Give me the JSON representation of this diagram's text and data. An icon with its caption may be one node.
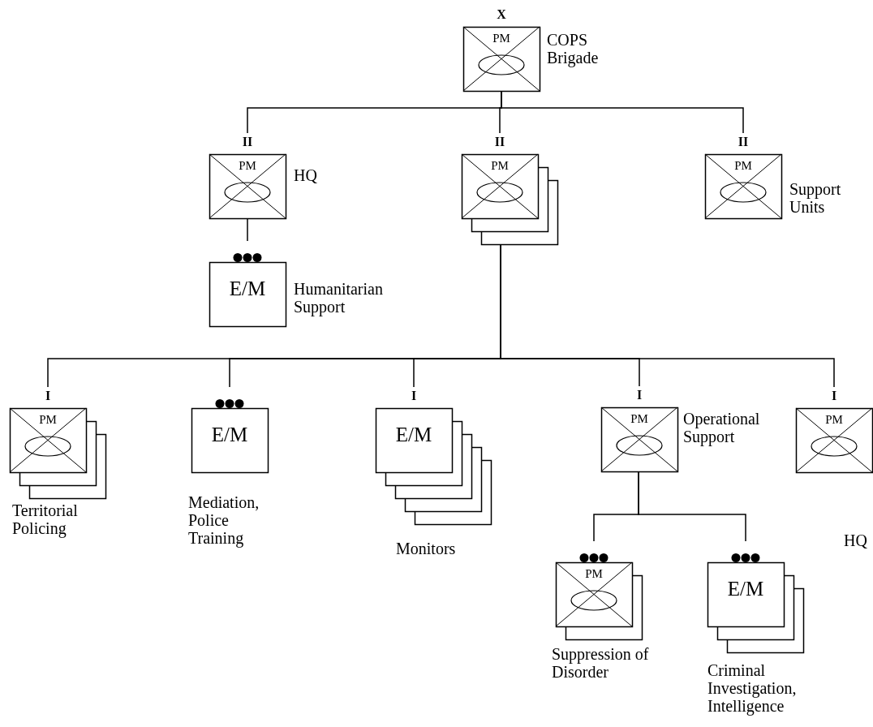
{
  "diagram": {
    "nodes": [
      {
        "text": [
          "X",
          "PM"
        ],
        "beside": [
          "COPS Brigade"
        ]
      },
      {
        "text": [
          "II",
          "PM"
        ],
        "beside": [
          "HQ"
        ]
      },
      {
        "text": [
          "II",
          "PM"
        ]
      },
      {
        "text": [
          "II",
          "PM"
        ],
        "beside": [
          "Support Units"
        ]
      },
      {
        "text": [
          "E/M"
        ],
        "beside": [
          "Humanitarian Support"
        ]
      },
      {
        "text": [
          "I",
          "PM"
        ],
        "beside": [
          "Territorial Policing"
        ]
      },
      {
        "text": [
          "E/M"
        ],
        "beside": [
          "Mediation, Police Training"
        ]
      },
      {
        "text": [
          "I",
          "E/M"
        ],
        "beside": [
          "Monitors"
        ]
      },
      {
        "text": [
          "I",
          "PM"
        ],
        "beside": [
          "Operational Support"
        ]
      },
      {
        "text": [
          "I",
          "PM"
        ],
        "beside": [
          "HQ"
        ]
      },
      {
        "text": [
          "PM"
        ],
        "beside": [
          "Suppression of Disorder"
        ]
      },
      {
        "text": [
          "E/M"
        ],
        "beside": [
          "Criminal Investigation, Intelligence"
        ]
      }
    ],
    "edges": [
      {
        "from": 0,
        "to": 1,
        "arrow": "none"
      },
      {
        "from": 0,
        "to": 2,
        "arrow": "none"
      },
      {
        "from": 0,
        "to": 3,
        "arrow": "none"
      },
      {
        "from": 1,
        "to": 4,
        "arrow": "none"
      },
      {
        "from": 2,
        "to": 5,
        "arrow": "none"
      },
      {
        "from": 2,
        "to": 6,
        "arrow": "none"
      },
      {
        "from": 2,
        "to": 7,
        "arrow": "none"
      },
      {
        "from": 2,
        "to": 8,
        "arrow": "none"
      },
      {
        "from": 2,
        "to": 9,
        "arrow": "none"
      },
      {
        "from": 8,
        "to": 10,
        "arrow": "none"
      },
      {
        "from": 8,
        "to": 11,
        "arrow": "none"
      }
    ]
  }
}
